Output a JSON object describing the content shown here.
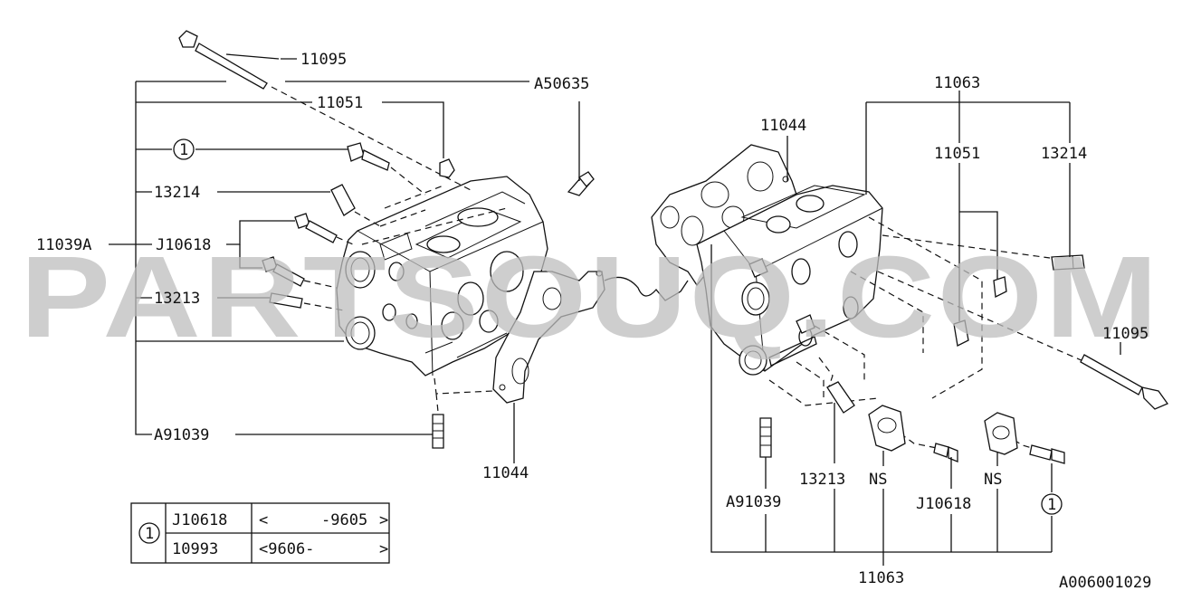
{
  "callouts": {
    "bolt_top": "11095",
    "a50635": "A50635",
    "left_11051": "11051",
    "left_circle": "1",
    "left_13214": "13214",
    "left_11039a": "11039A",
    "left_j10618": "J10618",
    "left_13213": "13213",
    "left_a91039": "A91039",
    "left_11044": "11044",
    "right_11063_top": "11063",
    "right_11044": "11044",
    "right_11051": "11051",
    "right_13214": "13214",
    "right_11095": "11095",
    "right_a91039": "A91039",
    "right_13213": "13213",
    "right_ns1": "NS",
    "right_j10618": "J10618",
    "right_ns2": "NS",
    "right_circle": "1",
    "right_11063_bottom": "11063"
  },
  "legend_table": {
    "marker": "1",
    "rows": [
      {
        "part": "J10618",
        "range_open": "<",
        "range_value": "-9605",
        "range_close": ">"
      },
      {
        "part": "10993",
        "range_open": "<9606-",
        "range_value": "",
        "range_close": ">"
      }
    ]
  },
  "watermark": "PARTSOUQ.COM",
  "diagram_code": "A006001029"
}
